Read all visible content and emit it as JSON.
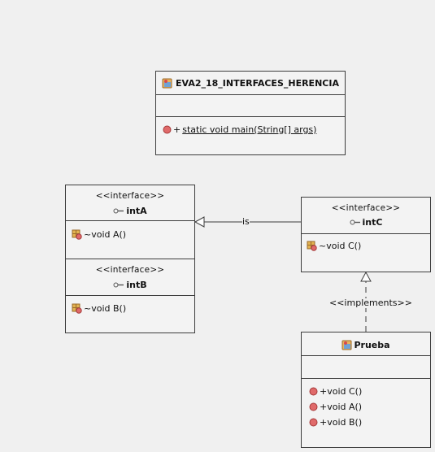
{
  "diagram": {
    "main_class": {
      "name": "EVA2_18_INTERFACES_HERENCIA",
      "icon": "class-icon",
      "operations": [
        {
          "visibility": "+",
          "signature": "static void main(String[] args)",
          "icon": "public-method-icon"
        }
      ]
    },
    "interface_a": {
      "stereotype": "<<interface>>",
      "name": "intA",
      "icon": "interface-icon",
      "operations": [
        {
          "visibility": "~",
          "signature": "void A()",
          "icon": "package-method-icon"
        }
      ]
    },
    "interface_b": {
      "stereotype": "<<interface>>",
      "name": "intB",
      "icon": "interface-icon",
      "operations": [
        {
          "visibility": "~",
          "signature": "void B()",
          "icon": "package-method-icon"
        }
      ]
    },
    "interface_c": {
      "stereotype": "<<interface>>",
      "name": "intC",
      "icon": "interface-icon",
      "operations": [
        {
          "visibility": "~",
          "signature": "void C()",
          "icon": "package-method-icon"
        }
      ]
    },
    "class_prueba": {
      "name": "Prueba",
      "icon": "class-icon",
      "operations": [
        {
          "visibility": "+",
          "signature": "void C()",
          "icon": "public-method-icon"
        },
        {
          "visibility": "+",
          "signature": "void A()",
          "icon": "public-method-icon"
        },
        {
          "visibility": "+",
          "signature": "void B()",
          "icon": "public-method-icon"
        }
      ]
    },
    "relations": {
      "generalization_label": "is",
      "realization_label": "<<implements>>"
    },
    "colors": {
      "background": "#f0f0f0",
      "box_fill": "#f3f3f3",
      "border": "#3d3d3d",
      "public_method": "#e06a6a",
      "package_method": "#d9a43a"
    }
  }
}
